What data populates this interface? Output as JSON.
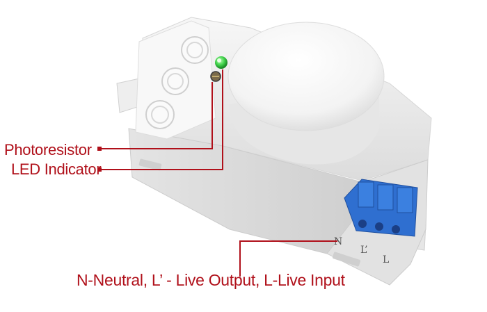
{
  "labels": {
    "photoresistor": "Photoresistor",
    "led_indicator": "LED Indicator",
    "terminals": "N-Neutral, L’ - Live Output, L-Live Input"
  },
  "terminal_marks": {
    "n": "N",
    "l_prime": "L’",
    "l": "L"
  },
  "colors": {
    "annotation": "#b0101a",
    "terminal_block": "#2f6fd0",
    "led": "#3fd14a",
    "housing": "#f4f4f4"
  }
}
